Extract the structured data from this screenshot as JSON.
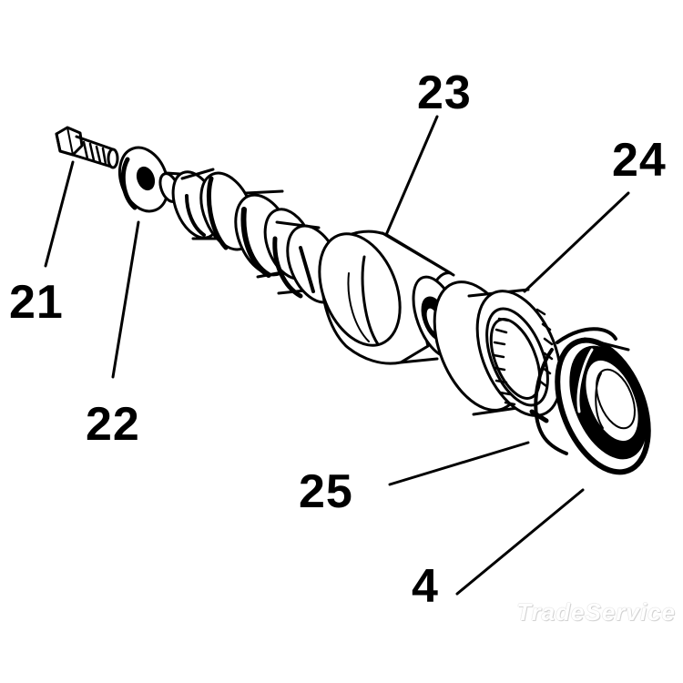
{
  "diagram": {
    "callouts": [
      {
        "id": "21",
        "label": "21"
      },
      {
        "id": "22",
        "label": "22"
      },
      {
        "id": "23",
        "label": "23"
      },
      {
        "id": "24",
        "label": "24"
      },
      {
        "id": "25",
        "label": "25"
      },
      {
        "id": "4",
        "label": "4"
      }
    ],
    "parts": [
      "bolt",
      "washer",
      "shaft",
      "bearing",
      "snap-ring",
      "seal"
    ]
  },
  "watermark": {
    "text": "TradeService"
  },
  "colors": {
    "ink": "#000000",
    "paper": "#ffffff",
    "watermark": "#d0d0d0"
  }
}
